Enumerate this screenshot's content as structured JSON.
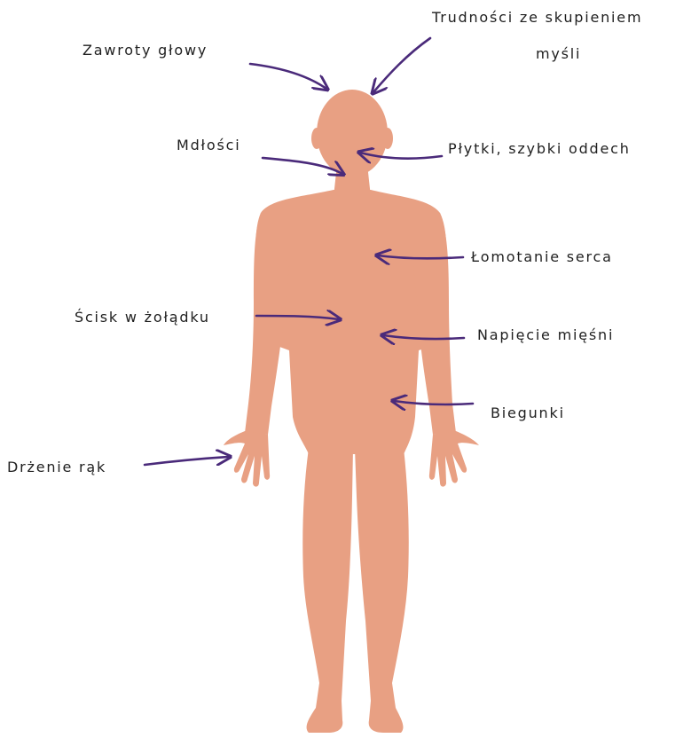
{
  "colors": {
    "body_fill": "#E8A083",
    "arrow": "#4A2A7A",
    "text": "#1F1F1F",
    "background": "#FFFFFF"
  },
  "symptoms": {
    "dizziness": "Zawroty głowy",
    "concentration_line1": "Trudności ze skupieniem",
    "concentration_line2": "myśli",
    "nausea": "Mdłości",
    "breathing": "Płytki, szybki oddech",
    "heart": "Łomotanie serca",
    "stomach": "Ścisk w żołądku",
    "muscles": "Napięcie mięśni",
    "diarrhea": "Biegunki",
    "tremor": "Drżenie rąk"
  }
}
